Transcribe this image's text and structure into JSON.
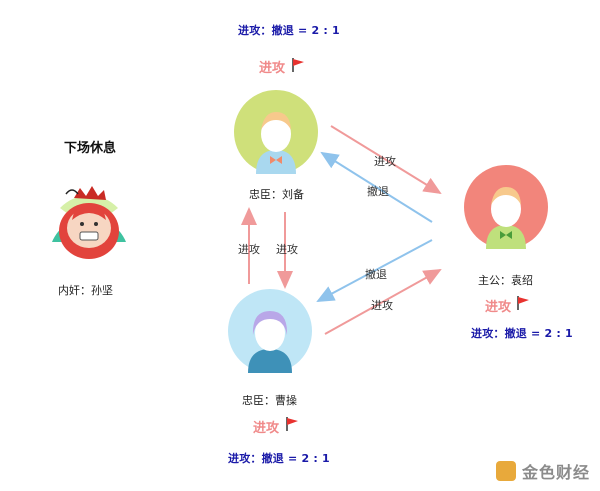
{
  "bench": {
    "title": "下场休息",
    "name": "内奸：孙坚"
  },
  "nodes": {
    "liubei": {
      "name": "忠臣：刘备",
      "status": "进攻",
      "ratio": "进攻：撤退 = 2 : 1",
      "avatar_color": "#cfe07a",
      "shirt_color": "#a9d8ef"
    },
    "yuanshao": {
      "name": "主公：袁绍",
      "status": "进攻",
      "ratio": "进攻：撤退 = 2 : 1",
      "avatar_color": "#f2857b",
      "shirt_color": "#bfe07c"
    },
    "caocao": {
      "name": "忠臣：曹操",
      "status": "进攻",
      "ratio": "进攻：撤退 = 2 : 1",
      "avatar_color": "#bfe6f6",
      "shirt_color": "#3e91b8"
    }
  },
  "edges": {
    "liubei_to_yuanshao": "进攻",
    "yuanshao_to_liubei": "撤退",
    "yuanshao_to_caocao": "撤退",
    "caocao_to_yuanshao": "进攻",
    "caocao_to_liubei": "进攻",
    "liubei_to_caocao": "进攻"
  },
  "colors": {
    "attack_arrow": "#f09a9a",
    "retreat_arrow": "#8fc3ec",
    "ratio_text": "#1a1aa8",
    "attack_text": "#f08a8a",
    "flag_red": "#e8322f"
  },
  "watermark": "金色财经"
}
